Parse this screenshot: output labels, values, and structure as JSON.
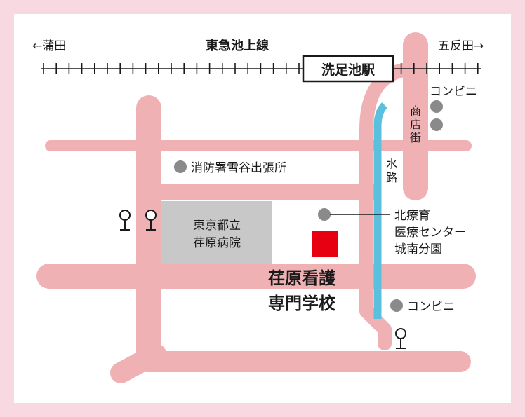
{
  "railway": {
    "line_name": "東急池上線",
    "left_direction": "←蒲田",
    "right_direction": "五反田→",
    "station": "洗足池駅"
  },
  "labels": {
    "shopping_street": [
      "商",
      "店",
      "街"
    ],
    "waterway": [
      "水",
      "路"
    ],
    "fire_station": "消防署雪谷出張所",
    "hospital": [
      "東京都立",
      "荏原病院"
    ],
    "medical_center": [
      "北療育",
      "医療センター",
      "城南分園"
    ],
    "school": [
      "荏原看護",
      "専門学校"
    ],
    "convenience_store_1": "コンビニ",
    "convenience_store_2": "コンビニ"
  },
  "colors": {
    "frame": "#f8d9e1",
    "background": "#ffffff",
    "road": "#f0b1b4",
    "water": "#5bc0de",
    "hospital_block": "#c8c8c8",
    "school_marker": "#e60012",
    "poi_dot": "#8a8a8a",
    "text": "#1a1a1a"
  }
}
